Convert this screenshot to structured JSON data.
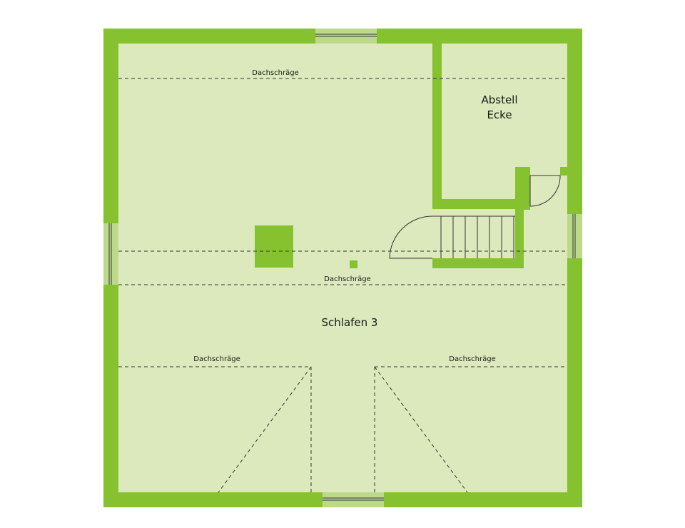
{
  "rooms": {
    "main": "Schlafen 3",
    "storage_line1": "Abstell",
    "storage_line2": "Ecke"
  },
  "annotations": {
    "slope_top": "Dachschräge",
    "slope_middle": "Dachschräge",
    "slope_bottom_left": "Dachschräge",
    "slope_bottom_right": "Dachschräge"
  },
  "colors": {
    "wall": "#86c12f",
    "floor": "#dce9bc",
    "window": "#bcd98a"
  }
}
